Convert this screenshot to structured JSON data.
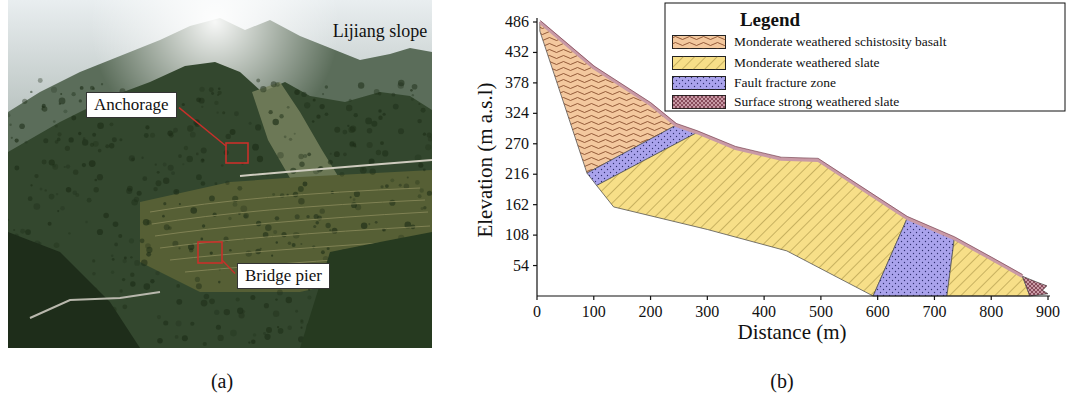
{
  "diagram": {
    "nodes": [
      {
        "text": [
          "Anchorage"
        ]
      },
      {
        "text": [
          "Bridge pier"
        ]
      }
    ],
    "labels": [
      "Lijiang slope",
      "(a)",
      "486",
      "432",
      "378",
      "324",
      "270",
      "216",
      "162",
      "108",
      "54",
      "0",
      "100",
      "200",
      "300",
      "400",
      "500",
      "600",
      "700",
      "800",
      "900",
      "Elevation (m a.s.l)",
      "Distance (m)",
      "Legend",
      "(b)"
    ],
    "legend": [
      {
        "text": "Monderate weathered schistosity basalt",
        "color": "#f3c89e"
      },
      {
        "text": "Monderate weathered slate",
        "color": "#f7df88"
      },
      {
        "text": "Fault fracture zone",
        "color": "#aaa3ec"
      },
      {
        "text": "Surface strong weathered slate",
        "color": "#c99aa6"
      }
    ]
  }
}
